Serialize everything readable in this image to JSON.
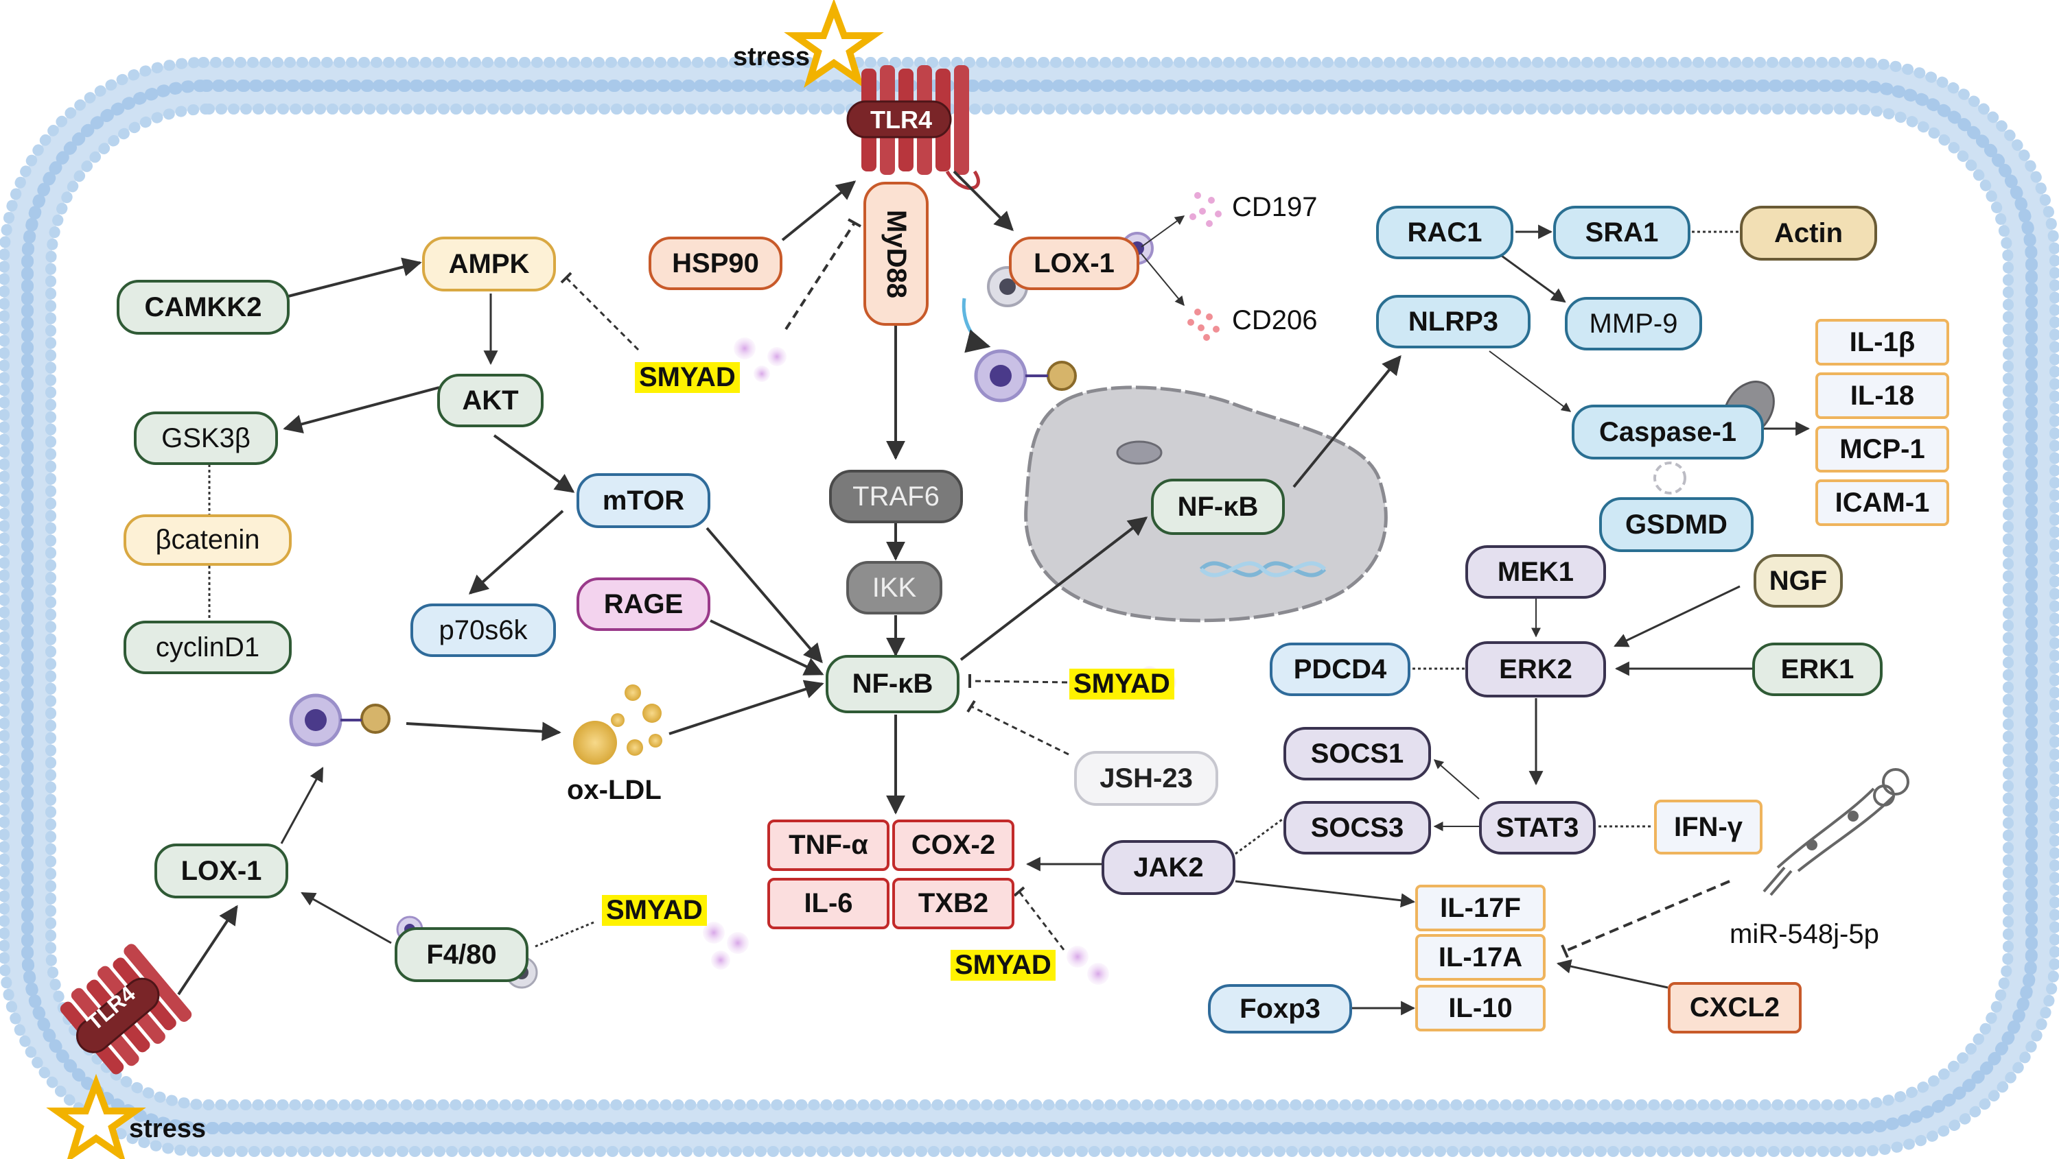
{
  "stress_label": "stress",
  "tlr4_label": "TLR4",
  "smyad_label": "SMYAD",
  "nodes": {
    "myd88": "MyD88",
    "hsp90": "HSP90",
    "lox1_top": "LOX-1",
    "lox1_left": "LOX-1",
    "ampk": "AMPK",
    "camkk2": "CAMKK2",
    "akt": "AKT",
    "gsk3b": "GSK3β",
    "bcatenin": "βcatenin",
    "cyclind1": "cyclinD1",
    "mtor": "mTOR",
    "p70s6k": "p70s6k",
    "rage": "RAGE",
    "traf6": "TRAF6",
    "ikk": "IKK",
    "nfkb_center": "NF-κB",
    "nfkb_nucleus": "NF-κB",
    "jsh23": "JSH-23",
    "tnfa": "TNF-α",
    "cox2": "COX-2",
    "il6": "IL-6",
    "txb2": "TXB2",
    "f480": "F4/80",
    "rac1": "RAC1",
    "sra1": "SRA1",
    "actin": "Actin",
    "nlrp3": "NLRP3",
    "mmp9": "MMP-9",
    "caspase1": "Caspase-1",
    "gsdmd": "GSDMD",
    "il1b": "IL-1β",
    "il18": "IL-18",
    "mcp1": "MCP-1",
    "icam1": "ICAM-1",
    "mek1": "MEK1",
    "ngf": "NGF",
    "erk2": "ERK2",
    "erk1": "ERK1",
    "pdcd4": "PDCD4",
    "socs1": "SOCS1",
    "socs3": "SOCS3",
    "stat3": "STAT3",
    "ifng": "IFN-γ",
    "jak2": "JAK2",
    "il17f": "IL-17F",
    "il17a": "IL-17A",
    "il10": "IL-10",
    "foxp3": "Foxp3",
    "cxcl2": "CXCL2"
  },
  "labels": {
    "cd197": "CD197",
    "cd206": "CD206",
    "oxldl": "ox-LDL",
    "mirna": "miR-548j-5p"
  },
  "colors": {
    "membrane": "#b9d4ee",
    "tlr4": "#c0434a",
    "nucleus": "#cfcfd3",
    "smyad_highlight": "#fff200"
  }
}
